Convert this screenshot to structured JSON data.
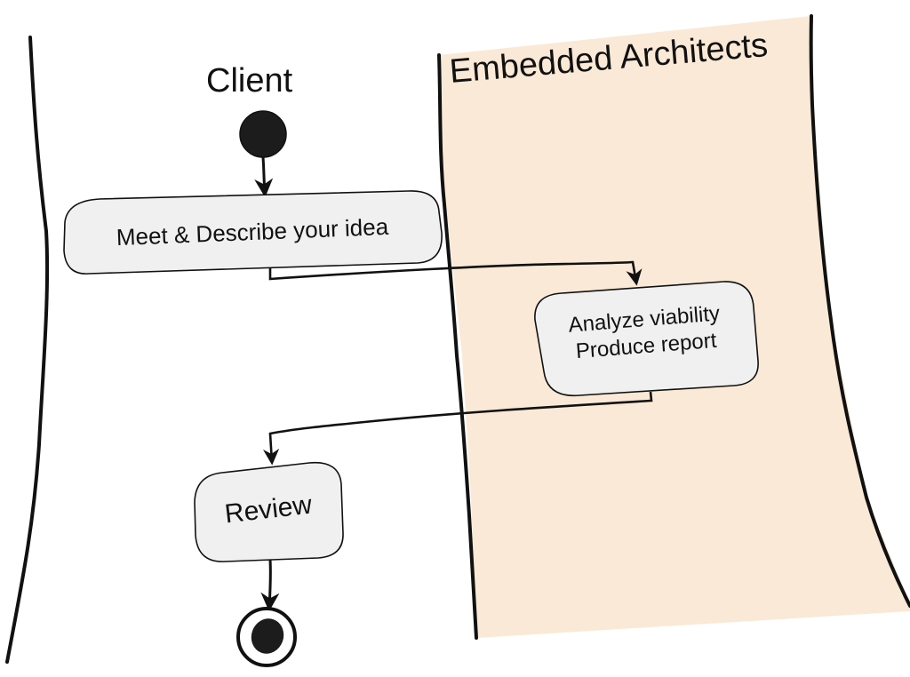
{
  "lanes": {
    "client": {
      "title": "Client"
    },
    "embedded": {
      "title": "Embedded Architects",
      "color": "#fae9d6"
    }
  },
  "actions": {
    "meet": {
      "label": "Meet & Describe your idea"
    },
    "analyze": {
      "lines": [
        "Analyze viability",
        "Produce report"
      ]
    },
    "review": {
      "label": "Review"
    }
  },
  "flow": [
    {
      "from": "start",
      "to": "meet"
    },
    {
      "from": "meet",
      "to": "analyze"
    },
    {
      "from": "analyze",
      "to": "review"
    },
    {
      "from": "review",
      "to": "end"
    }
  ],
  "style": {
    "node_fill": "#f0f0f0",
    "ink": "#111111"
  }
}
